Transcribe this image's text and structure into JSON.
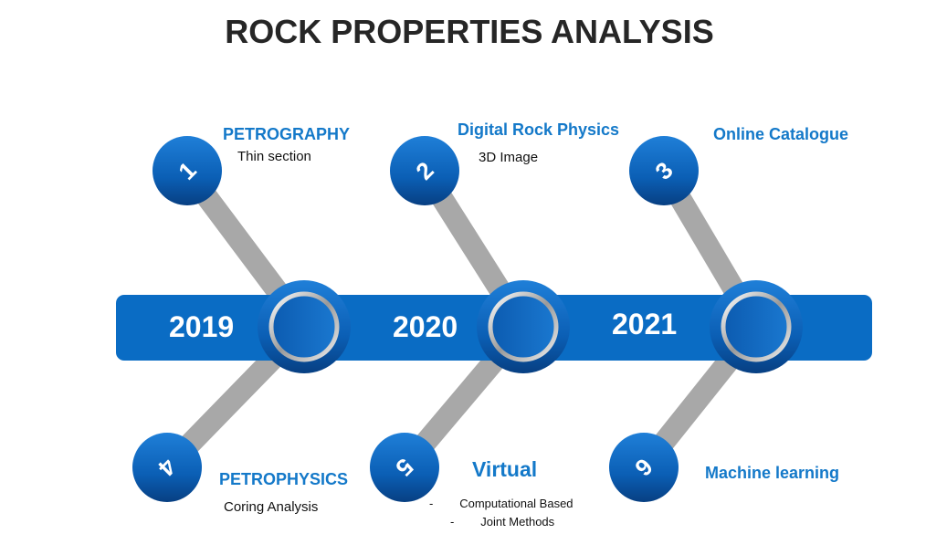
{
  "title": "ROCK PROPERTIES ANALYSIS",
  "colors": {
    "accent": "#1479c9",
    "band": "#0a6cc4",
    "rod": "#a6a6a6"
  },
  "years": [
    "2019",
    "2020",
    "2021"
  ],
  "steps": [
    {
      "number": "1",
      "heading": "PETROGRAPHY",
      "subtitle": "Thin section"
    },
    {
      "number": "2",
      "heading": "Digital Rock Physics",
      "subtitle": "3D Image"
    },
    {
      "number": "3",
      "heading": "Online Catalogue"
    },
    {
      "number": "4",
      "heading": "PETROPHYSICS",
      "subtitle": "Coring Analysis"
    },
    {
      "number": "5",
      "heading": "Virtual",
      "bullets": [
        "Computational Based",
        "Joint Methods"
      ]
    },
    {
      "number": "6",
      "heading": "Machine learning"
    }
  ]
}
